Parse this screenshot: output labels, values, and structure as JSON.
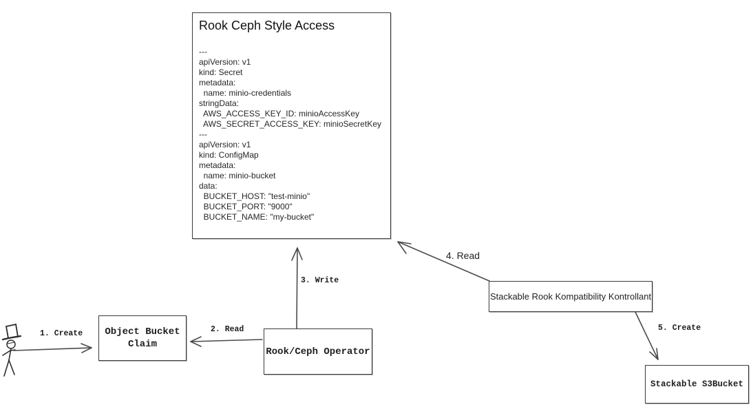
{
  "colors": {
    "background": "#ffffff",
    "line": "#4a4a4a",
    "border": "#3a3a3a",
    "text": "#1f1f1f"
  },
  "nodes": {
    "rook_ceph_style_access": {
      "title": "Rook Ceph Style Access",
      "yaml": "---\napiVersion: v1\nkind: Secret\nmetadata:\n  name: minio-credentials\nstringData:\n  AWS_ACCESS_KEY_ID: minioAccessKey\n  AWS_SECRET_ACCESS_KEY: minioSecretKey\n---\napiVersion: v1\nkind: ConfigMap\nmetadata:\n  name: minio-bucket\ndata:\n  BUCKET_HOST: \"test-minio\"\n  BUCKET_PORT: \"9000\"\n  BUCKET_NAME: \"my-bucket\""
    },
    "object_bucket_claim": {
      "label": "Object Bucket Claim"
    },
    "rook_ceph_operator": {
      "label": "Rook/Ceph Operator"
    },
    "stackable_rook_kompatibility_kontrollant": {
      "label": "Stackable Rook Kompatibility Kontrollant"
    },
    "stackable_s3bucket": {
      "label": "Stackable S3Bucket"
    }
  },
  "arrows": {
    "create_claim": {
      "label": "1. Create"
    },
    "read_claim": {
      "label": "2. Read"
    },
    "write_resources": {
      "label": "3. Write"
    },
    "read_resources": {
      "label": "4. Read"
    },
    "create_s3bucket": {
      "label": "5. Create"
    }
  }
}
